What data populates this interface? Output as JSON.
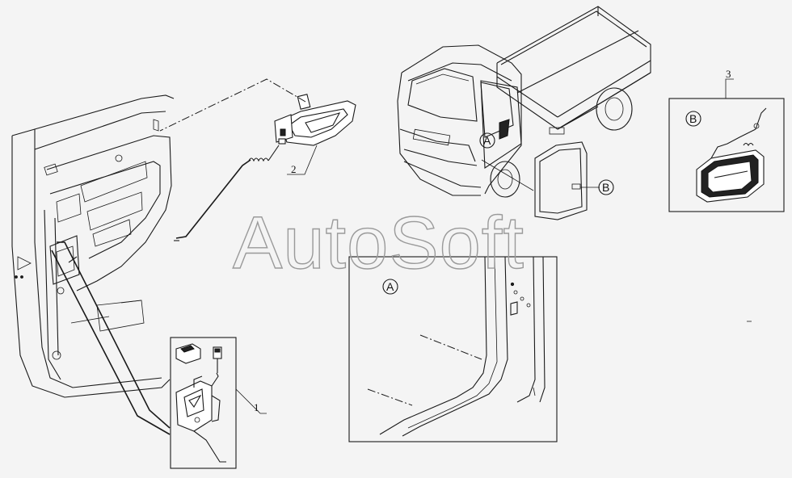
{
  "diagram": {
    "watermark": "AutoSoft",
    "callouts": {
      "part1": "1",
      "part2": "2",
      "part3": "3"
    },
    "view_labels": {
      "view_a_on_truck": "A",
      "view_b_on_panel": "B",
      "detail_a_title": "A",
      "detail_b_title": "B"
    }
  }
}
